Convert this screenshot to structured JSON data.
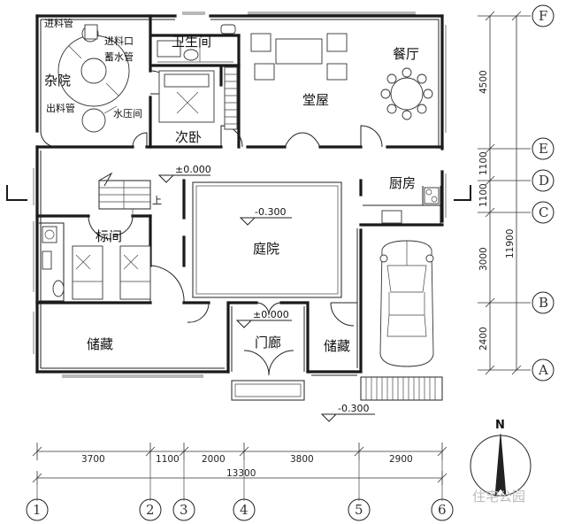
{
  "rooms": {
    "bathroom": "卫生间",
    "dining": "餐厅",
    "hall": "堂屋",
    "utility_yard": "杂院",
    "second_bedroom": "次卧",
    "kitchen": "厨房",
    "courtyard": "庭院",
    "standard_room": "标间",
    "storage_left": "储藏",
    "storage_right": "储藏",
    "porch": "门廊"
  },
  "fixtures": {
    "feed_pipe": "进料管",
    "feed_inlet": "进料口",
    "storage_pipe": "蓄水管",
    "discharge_pipe": "出料管",
    "pressure_room": "水压间"
  },
  "elevations": {
    "hall_floor": "±0.000",
    "courtyard": "-0.300",
    "porch": "±0.000",
    "outside": "-0.300"
  },
  "stair_up": "上",
  "horizontal_dims": [
    "3700",
    "1100",
    "2000",
    "3800",
    "2900"
  ],
  "horizontal_total": "13300",
  "vertical_dims": [
    "4500",
    "1100",
    "1100",
    "3000",
    "2400"
  ],
  "vertical_total": "11900",
  "axes_x": [
    "1",
    "2",
    "3",
    "4",
    "5",
    "6"
  ],
  "axes_y": [
    "F",
    "E",
    "D",
    "C",
    "B",
    "A"
  ],
  "north": "N",
  "watermark": "住宅公园"
}
